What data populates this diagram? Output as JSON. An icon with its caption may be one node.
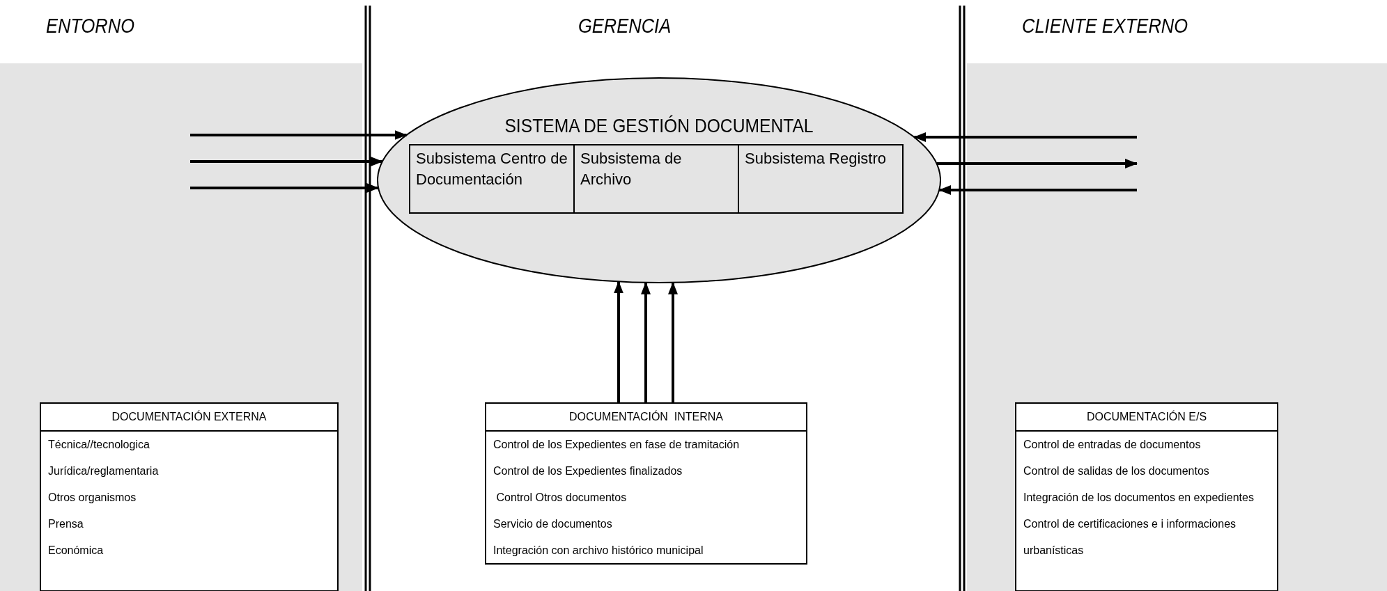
{
  "diagram": {
    "nodes": [
      {
        "text": [
          "SISTEMA DE GESTIÓN DOCUMENTAL"
        ]
      },
      {
        "text": [
          "Subsistema Centro de Documentación"
        ],
        "in": 0
      },
      {
        "text": [
          "Subsistema de Archivo"
        ],
        "in": 0
      },
      {
        "text": [
          "Subsistema Registro"
        ],
        "in": 0
      },
      {
        "text": [
          "DOCUMENTACIÓN EXTERNA",
          "Técnica//tecnologica",
          "Jurídica/reglamentaria",
          "Otros organismos",
          "Prensa",
          "Económica"
        ]
      },
      {
        "text": [
          "DOCUMENTACIÓN  INTERNA",
          "Control de los Expedientes en fase de tramitación",
          "Control de los Expedientes finalizados",
          " Control Otros documentos",
          "Servicio de documentos",
          "Integración con archivo histórico municipal"
        ]
      },
      {
        "text": [
          "DOCUMENTACIÓN E/S",
          "Control de entradas de documentos",
          "Control de salidas de los documentos",
          "Integración de los documentos en expedientes",
          "Control de certificaciones e i informaciones urbanísticas"
        ]
      }
    ],
    "edges": [
      {
        "from": null,
        "to": 0,
        "arrow": "to"
      },
      {
        "from": null,
        "to": 0,
        "arrow": "to"
      },
      {
        "from": null,
        "to": 0,
        "arrow": "to"
      },
      {
        "from": null,
        "to": 0,
        "arrow": "to"
      },
      {
        "from": 0,
        "to": null,
        "arrow": "to"
      },
      {
        "from": null,
        "to": 0,
        "arrow": "to"
      },
      {
        "from": 5,
        "to": 0,
        "arrow": "to"
      },
      {
        "from": 5,
        "to": 0,
        "arrow": "to"
      },
      {
        "from": 5,
        "to": 0,
        "arrow": "to"
      }
    ],
    "labels": [
      "ENTORNO",
      "GERENCIA",
      "CLIENTE EXTERNO"
    ]
  }
}
